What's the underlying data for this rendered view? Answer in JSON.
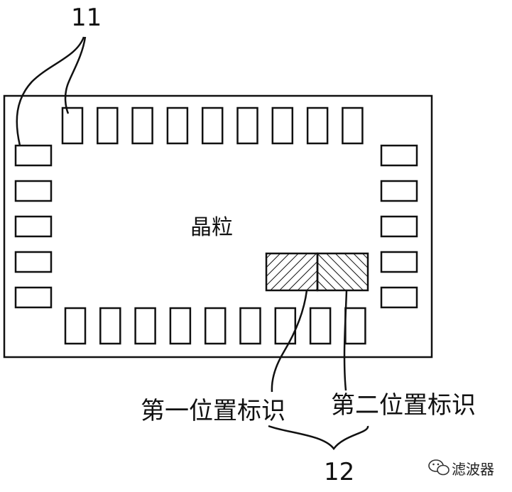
{
  "labels": {
    "ref_pads": "11",
    "ref_markers": "12",
    "die": "晶粒",
    "first_marker": "第一位置标识",
    "second_marker": "第二位置标识"
  },
  "watermark": {
    "text": "滤波器",
    "icon": "wechat-icon"
  },
  "pads": {
    "top_count": 9,
    "bottom_count": 9,
    "left_count": 5,
    "right_count": 5
  },
  "colors": {
    "stroke": "#111111",
    "background": "#ffffff"
  }
}
